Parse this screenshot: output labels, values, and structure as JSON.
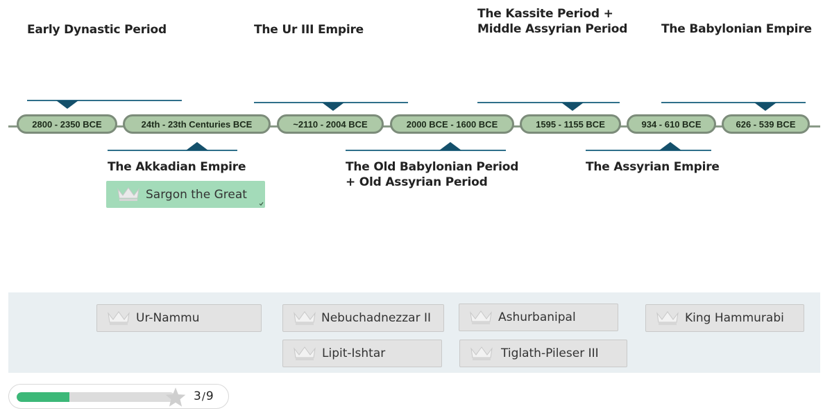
{
  "periods_above": [
    {
      "title": "Early Dynastic Period"
    },
    {
      "title": "The Ur III Empire"
    },
    {
      "title_line1": "The Kassite Period +",
      "title_line2": "Middle Assyrian Period"
    },
    {
      "title": "The Babylonian Empire"
    }
  ],
  "periods_below": [
    {
      "title": "The Akkadian Empire"
    },
    {
      "title_line1": "The Old Babylonian Period",
      "title_line2": "+ Old Assyrian Period"
    },
    {
      "title": "The Assyrian Empire"
    }
  ],
  "dates": [
    "2800 - 2350 BCE",
    "24th - 23th Centuries BCE",
    "~2110 - 2004 BCE",
    "2000 BCE - 1600 BCE",
    "1595 - 1155 BCE",
    "934 - 610 BCE",
    "626 - 539 BCE"
  ],
  "placed_answers": [
    {
      "label": "Sargon the Great",
      "icon": "crown-icon",
      "status_icon": "checkmark-icon"
    }
  ],
  "answer_pool": [
    {
      "label": "Ur-Nammu",
      "icon": "crown-icon"
    },
    {
      "label": "Nebuchadnezzar II",
      "icon": "crown-icon"
    },
    {
      "label": "Ashurbanipal",
      "icon": "crown-icon"
    },
    {
      "label": "King Hammurabi",
      "icon": "crown-icon"
    },
    {
      "label": "Lipit-Ishtar",
      "icon": "crown-icon"
    },
    {
      "label": "Tiglath-Pileser III",
      "icon": "crown-icon"
    }
  ],
  "progress": {
    "current": "3",
    "separator": "/",
    "total": "9",
    "fraction": 0.333,
    "icon": "star-icon"
  },
  "colors": {
    "accent_dark_teal": "#14506b",
    "date_pill_fill": "#adc9a7",
    "placed_answer_fill": "#a3dbb9",
    "progress_fill": "#3cb878"
  }
}
